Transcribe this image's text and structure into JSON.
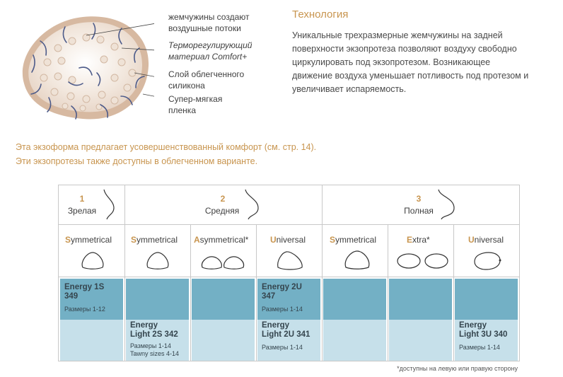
{
  "callouts": {
    "pearls": [
      "жемчужины создают",
      "воздушные потоки"
    ],
    "material": [
      "Терморегулирующий",
      "материал Comfort+"
    ],
    "silicone": [
      "Слой облегченного",
      "силикона"
    ],
    "film": [
      "Супер-мягкая",
      "пленка"
    ]
  },
  "tech": {
    "title": "Технология",
    "text": "Уникальные трехразмерные жемчужины на задней поверхности экзопротеза позволяют воздуху свободно циркулировать под экзопротезом. Возникающее движение воздуха уменьшает потливость под протезом и увеличивает испаряемость."
  },
  "notes": {
    "line1": "Эта экзоформа предлагает усовершенствованный комфорт (см. стр. 14).",
    "line2": "Эти экзопротезы также доступны в облегченном варианте."
  },
  "sizes": [
    {
      "num": "1",
      "name": "Зрелая"
    },
    {
      "num": "2",
      "name": "Средняя"
    },
    {
      "num": "3",
      "name": "Полная"
    }
  ],
  "shapes": [
    {
      "first": "S",
      "rest": "ymmetrical"
    },
    {
      "first": "S",
      "rest": "ymmetrical"
    },
    {
      "first": "A",
      "rest": "symmetrical*"
    },
    {
      "first": "U",
      "rest": "niversal"
    },
    {
      "first": "S",
      "rest": "ymmetrical"
    },
    {
      "first": "E",
      "rest": "xtra*"
    },
    {
      "first": "U",
      "rest": "niversal"
    }
  ],
  "products": {
    "p1": {
      "name": [
        "Energy 1S",
        "349"
      ],
      "sizes": [
        "Размеры 1-12"
      ]
    },
    "p2": {
      "name": [
        "Energy",
        "Light 2S 342"
      ],
      "sizes": [
        "Размеры 1-14",
        "Tawny sizes 4-14"
      ]
    },
    "p3": {
      "name": [
        "Energy 2U",
        "347"
      ],
      "sizes": [
        "Размеры 1-14"
      ]
    },
    "p4": {
      "name": [
        "Energy",
        "Light 2U 341"
      ],
      "sizes": [
        "Размеры 1-14"
      ]
    },
    "p5": {
      "name": [
        "Energy",
        "Light 3U 340"
      ],
      "sizes": [
        "Размеры 1-14"
      ]
    }
  },
  "footnote": "*доступны на левую или правую сторону",
  "colors": {
    "accent": "#c8954f",
    "dark_blue": "#73b0c5",
    "light_blue": "#c6e0ea"
  }
}
